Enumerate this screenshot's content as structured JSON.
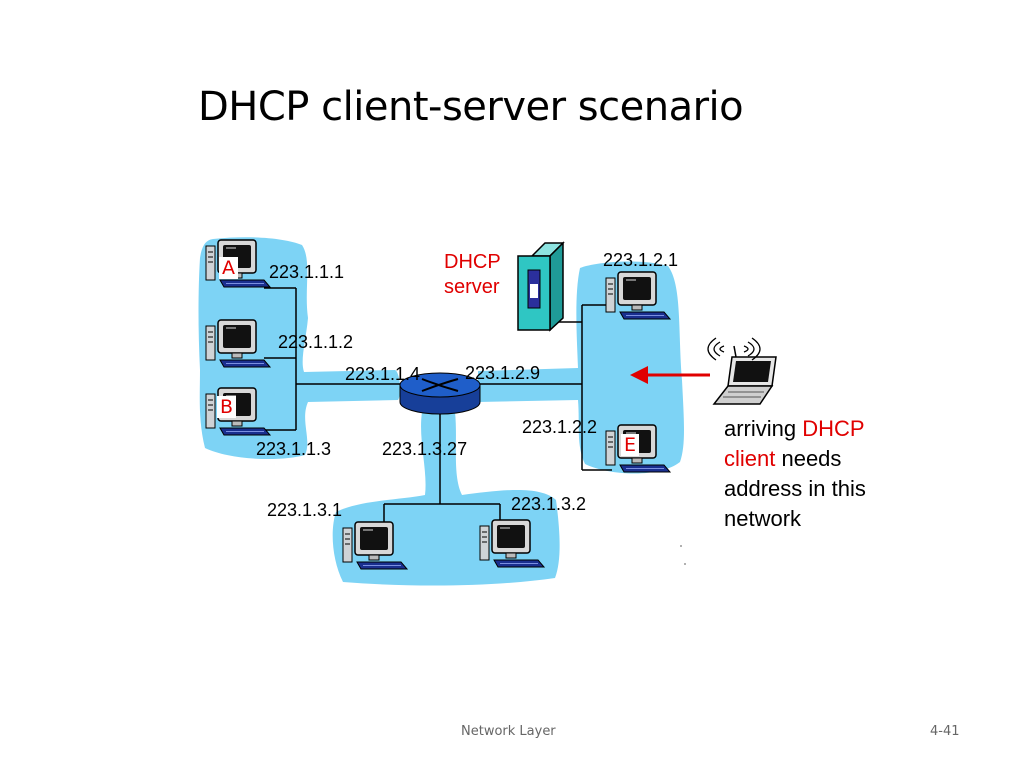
{
  "slide": {
    "title": "DHCP client-server scenario",
    "footer_left": "Network Layer",
    "footer_right": "4-41"
  },
  "diagram": {
    "colors": {
      "subnet": "#7dd3f5",
      "router": "#1f5ec9",
      "server": "#2fc6c3",
      "label_red": "#e00000",
      "arrow": "#e00000"
    },
    "server_label": [
      "DHCP",
      "server"
    ],
    "host_labels": {
      "a": "A",
      "b": "B",
      "e": "E"
    },
    "ips": {
      "a": "223.1.1.1",
      "h2": "223.1.1.2",
      "b": "223.1.1.3",
      "router1": "223.1.1.4",
      "router2": "223.1.2.9",
      "router3": "223.1.3.27",
      "r1": "223.1.2.1",
      "e": "223.1.2.2",
      "bl": "223.1.3.1",
      "br": "223.1.3.2"
    },
    "caption": {
      "p1": "arriving ",
      "p2": "DHCP",
      "p3": "client",
      "p4": " needs address in this network"
    }
  }
}
